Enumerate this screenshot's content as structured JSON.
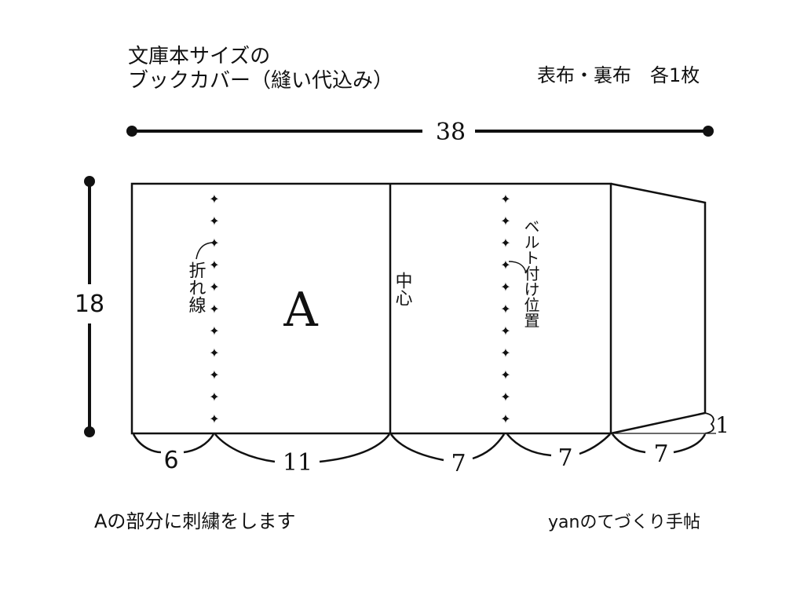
{
  "title": {
    "line1": "文庫本サイズの",
    "line2": "ブックカバー（縫い代込み）"
  },
  "materials": "表布・裏布　各1枚",
  "dimensions": {
    "total_width": "38",
    "height": "18",
    "bottom": [
      "6",
      "11",
      "7",
      "7",
      "7"
    ],
    "flap_offset": "1"
  },
  "labels": {
    "fold_line": "折れ線",
    "area_a": "A",
    "center": "中心",
    "belt_position": "ベルト付け位置"
  },
  "note": "Aの部分に刺繍をします",
  "credit": "yanのてづくり手帖"
}
